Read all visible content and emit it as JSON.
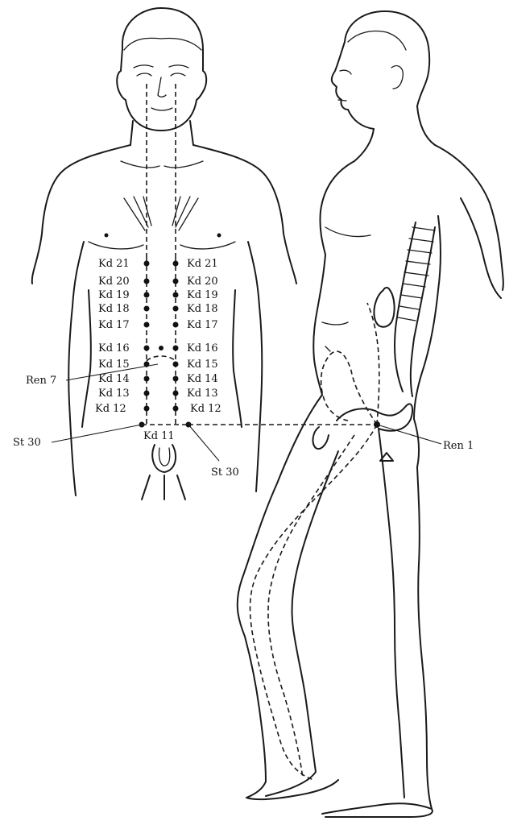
{
  "colors": {
    "line": "#1a1a1a",
    "point": "#111111",
    "background": "#ffffff"
  },
  "labels": {
    "kd21": "Kd 21",
    "kd20": "Kd 20",
    "kd19": "Kd 19",
    "kd18": "Kd 18",
    "kd17": "Kd 17",
    "kd16": "Kd 16",
    "kd15": "Kd 15",
    "kd14": "Kd 14",
    "kd13": "Kd 13",
    "kd12": "Kd 12",
    "kd11": "Kd 11",
    "ren7": "Ren 7",
    "ren1": "Ren 1",
    "st30": "St 30"
  }
}
